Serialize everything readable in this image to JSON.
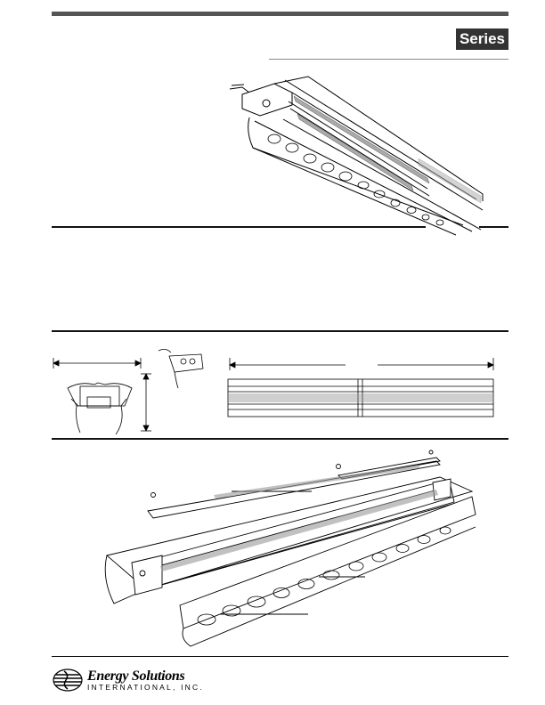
{
  "header": {
    "series_badge": "Series"
  },
  "footer": {
    "company_name": "Energy Solutions",
    "company_subtitle": "INTERNATIONAL, INC."
  },
  "icons": {
    "logo": "globe-logo-icon"
  }
}
